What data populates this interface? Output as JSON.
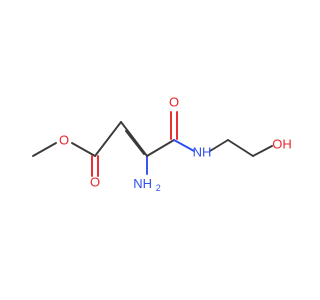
{
  "molecule": {
    "atom_labels": {
      "ester_oxygen": "O",
      "carbonyl_oxygen_ester": "O",
      "carbonyl_oxygen_amide": "O",
      "amino_group": "NH",
      "amino_subscript": "2",
      "amide_nitrogen": "NH",
      "hydroxyl": "OH"
    },
    "colors": {
      "bond": "#3a3a3a",
      "oxygen": "#e8262a",
      "nitrogen": "#3050f0"
    }
  }
}
